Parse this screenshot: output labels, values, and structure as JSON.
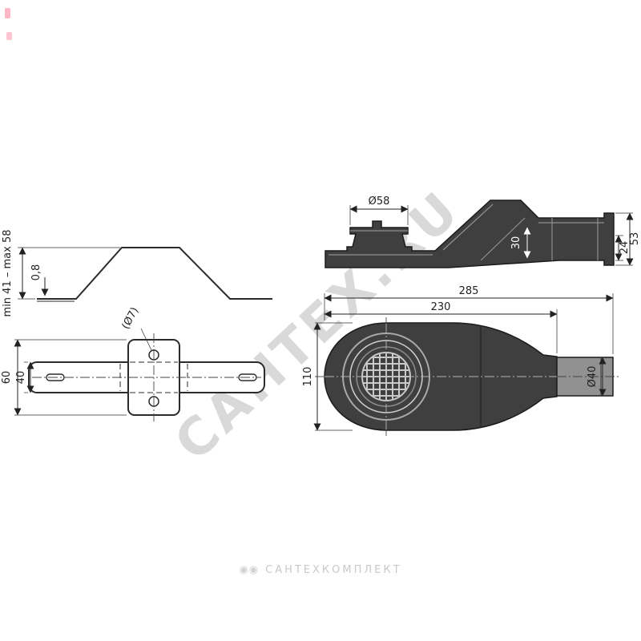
{
  "watermarks": {
    "diagonal": "САНТЕХ.RU",
    "bottom": "САНТЕХКОМПЛЕКТ"
  },
  "views": {
    "profile": {
      "height_range": "min 41 – max 58",
      "sheet_thickness": "0,8"
    },
    "bracket": {
      "plate_height": "60",
      "strip_width": "40",
      "hole_diameter": "(Ø7)"
    },
    "side": {
      "flange_diameter": "Ø58",
      "inner_height": "30",
      "outlet_inner": "24",
      "outlet_height": "53"
    },
    "top": {
      "total_length": "285",
      "body_length": "230",
      "body_width": "110",
      "outlet_diameter": "Ø40"
    }
  }
}
